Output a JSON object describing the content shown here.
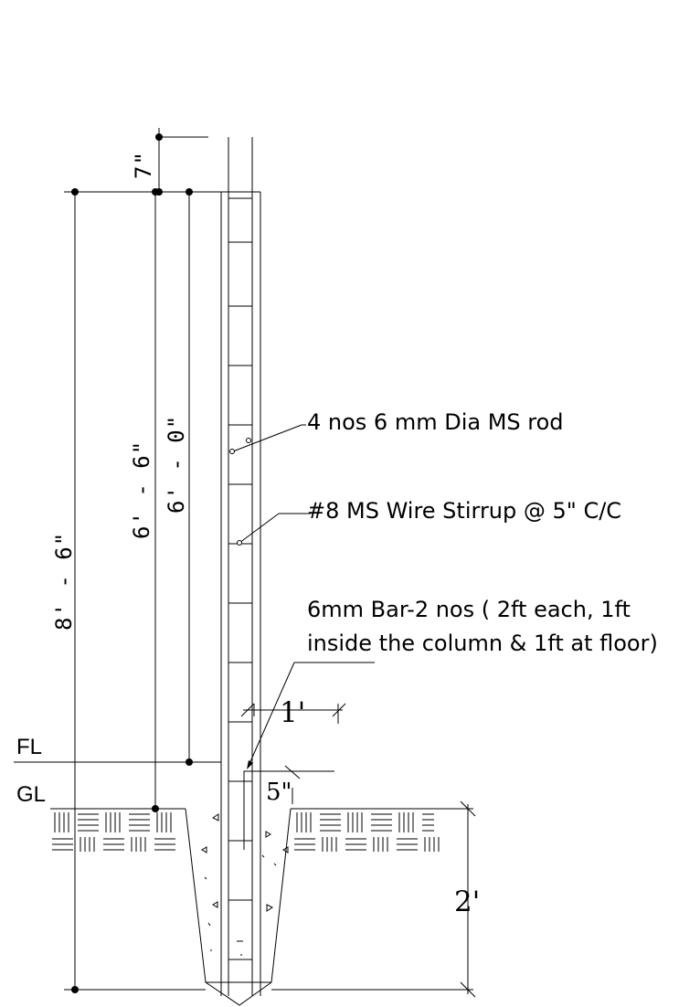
{
  "dimensions": {
    "top_projection": "7\"",
    "overall_height": "8' - 6\"",
    "height_above_gl": "6' - 6\"",
    "height_above_fl": "6' - 0\"",
    "bar_length_at_floor": "1'",
    "gap_at_floor": "5\"",
    "foundation_depth": "2'"
  },
  "levels": {
    "floor_level": "FL",
    "ground_level": "GL"
  },
  "notes": {
    "main_rods": "4 nos 6 mm Dia MS rod",
    "stirrups": "#8 MS Wire Stirrup @ 5\" C/C",
    "dowel_bar_line1": "6mm Bar-2 nos ( 2ft each, 1ft",
    "dowel_bar_line2": "inside the column & 1ft at floor)"
  }
}
